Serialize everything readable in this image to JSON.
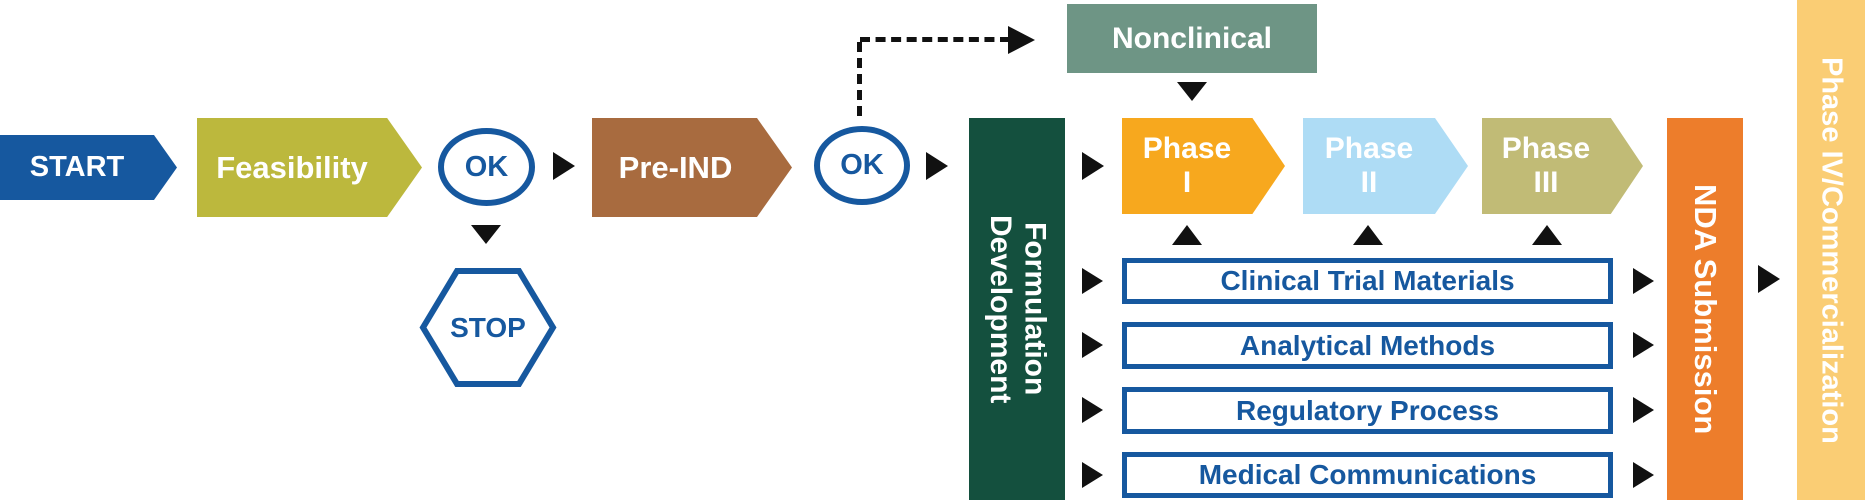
{
  "diagram": {
    "nodes": {
      "start": "START",
      "feasibility": "Feasibility",
      "ok_1": "OK",
      "stop": "STOP",
      "pre_ind": "Pre-IND",
      "ok_2": "OK",
      "nonclinical": "Nonclinical",
      "formulation_development": "Formulation\nDevelopment",
      "phase_1": "Phase\nI",
      "phase_2": "Phase\nII",
      "phase_3": "Phase\nIII",
      "nda_submission": "NDA Submission",
      "phase_4": "Phase IV/Commercialization"
    },
    "workstreams": [
      "Clinical Trial Materials",
      "Analytical Methods",
      "Regulatory Process",
      "Medical Communications"
    ],
    "colors": {
      "start_blue": "#16589F",
      "feasibility_olive": "#BCB83D",
      "pre_ind_brown": "#A86B3F",
      "nonclinical_sage": "#6E9585",
      "formulation_green": "#14503E",
      "phase1_amber": "#F7A81E",
      "phase2_light_blue": "#AEDCF5",
      "phase3_khaki": "#C1BB76",
      "nda_orange": "#ED7D2B",
      "phase4_gold": "#FACD74",
      "outline_blue": "#16589F",
      "arrow_black": "#111111"
    }
  }
}
